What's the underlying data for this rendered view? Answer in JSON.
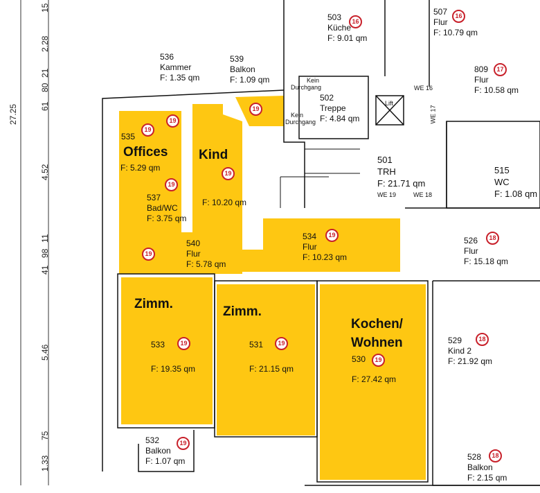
{
  "dimensions": {
    "total": "27.25",
    "segments": [
      "15",
      "2.28",
      "21",
      "80",
      "61",
      "4.52",
      "11",
      "98",
      "41",
      "5.46",
      "75",
      "1.33"
    ]
  },
  "rooms": [
    {
      "id": "503",
      "name": "Küche",
      "area": "F:  9.01  qm",
      "badge": "16"
    },
    {
      "id": "507",
      "name": "Flur",
      "area": "F:  10.79  qm",
      "badge": "16"
    },
    {
      "id": "809",
      "name": "Flur",
      "area": "F:  10.58  qm",
      "badge": "17"
    },
    {
      "id": "536",
      "name": "Kammer",
      "area": "F:  1.35  qm"
    },
    {
      "id": "539",
      "name": "Balkon",
      "area": "F:  1.09  qm"
    },
    {
      "id": "502",
      "name": "Treppe",
      "area": "F:  4.84  qm"
    },
    {
      "id": "535",
      "name": "",
      "area": "F:  5.29  qm",
      "badge": "19"
    },
    {
      "id": "537",
      "name": "Bad/WC",
      "area": "F:  3.75  qm",
      "badge": "19"
    },
    {
      "id": "",
      "name": "",
      "area": "F:  10.20  qm",
      "badge": "19"
    },
    {
      "id": "501",
      "name": "TRH",
      "area": "F:  21.71  qm"
    },
    {
      "id": "515",
      "name": "WC",
      "area": "F:  1.08  qm"
    },
    {
      "id": "540",
      "name": "Flur",
      "area": "F:  5.78  qm"
    },
    {
      "id": "534",
      "name": "Flur",
      "area": "F:  10.23  qm",
      "badge": "19"
    },
    {
      "id": "526",
      "name": "Flur",
      "area": "F:  15.18  qm",
      "badge": "18"
    },
    {
      "id": "533",
      "name": "",
      "area": "F:  19.35  qm",
      "badge": "19"
    },
    {
      "id": "531",
      "name": "",
      "area": "F:  21.15  qm",
      "badge": "19"
    },
    {
      "id": "530",
      "name": "",
      "area": "F:  27.42  qm",
      "badge": "19"
    },
    {
      "id": "529",
      "name": "Kind 2",
      "area": "F:  21.92  qm",
      "badge": "18"
    },
    {
      "id": "532",
      "name": "Balkon",
      "area": "F:  1.07  qm",
      "badge": "19"
    },
    {
      "id": "528",
      "name": "Balkon",
      "area": "F:  2.15  qm",
      "badge": "18"
    }
  ],
  "overlay_labels": {
    "offices": "Offices",
    "kind": "Kind",
    "zimm1": "Zimm.",
    "zimm2": "Zimm.",
    "kochen1": "Kochen/",
    "kochen2": "Wohnen"
  },
  "annotations": {
    "kein1": "Kein",
    "durch1": "Durchgang",
    "kein2": "Kein",
    "durch2": "Durchgang",
    "lift": "Lift",
    "we16": "WE 16",
    "we17": "WE 17",
    "we19": "WE 19",
    "we18": "WE 18"
  },
  "extra_badges": [
    "19",
    "19",
    "19"
  ],
  "colors": {
    "highlight": "#fec712",
    "badge": "#c8202a"
  }
}
